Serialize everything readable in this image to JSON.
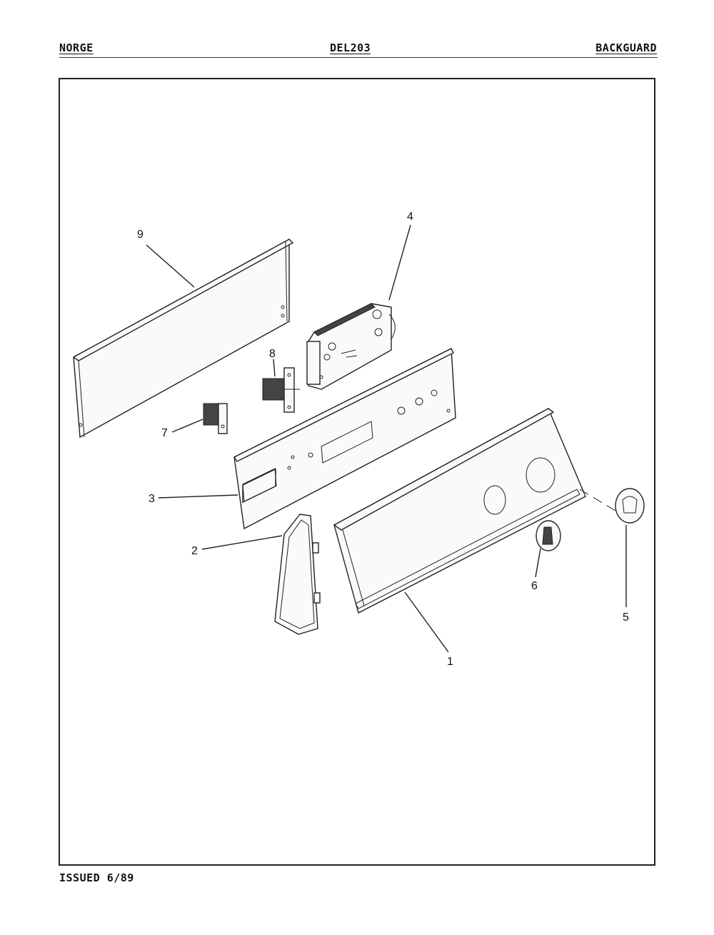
{
  "header": {
    "brand": "NORGE",
    "model": "DEL203",
    "section": "BACKGUARD"
  },
  "footer": {
    "issued": "ISSUED 6/89"
  },
  "callouts": {
    "c1": "1",
    "c2": "2",
    "c3": "3",
    "c4": "4",
    "c5": "5",
    "c6": "6",
    "c7": "7",
    "c8": "8",
    "c9": "9"
  }
}
